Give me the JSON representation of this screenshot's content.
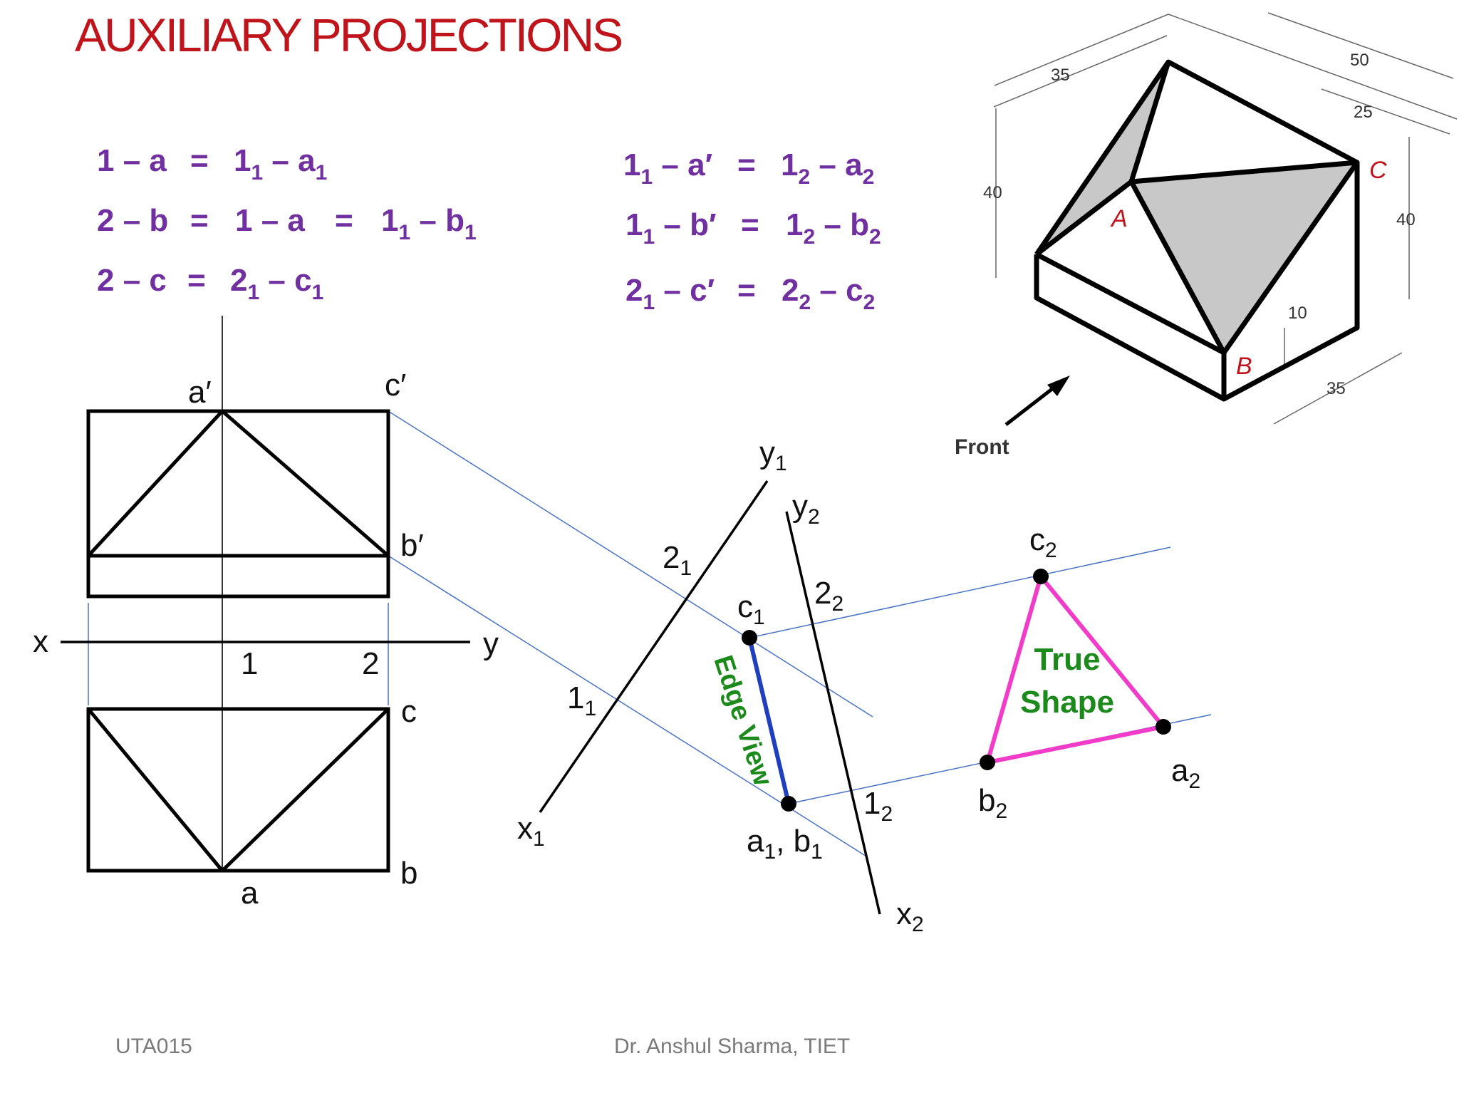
{
  "title": "AUXILIARY PROJECTIONS",
  "equations": {
    "left": [
      {
        "lhs": "1 – a",
        "rhs_parts": [
          "1",
          "1",
          " – a",
          "1"
        ]
      },
      {
        "lhs": "2 – b",
        "mid": "1 – a",
        "rhs_parts": [
          "1",
          "1",
          " – b",
          "1"
        ]
      },
      {
        "lhs": "2 – c",
        "rhs_parts": [
          "2",
          "1",
          " – c",
          "1"
        ]
      }
    ],
    "right": [
      {
        "lhs_parts": [
          "1",
          "1",
          " – a′"
        ],
        "rhs_parts": [
          "1",
          "2",
          " – a",
          "2"
        ]
      },
      {
        "lhs_parts": [
          "1",
          "1",
          " – b′"
        ],
        "rhs_parts": [
          "1",
          "2",
          " – b",
          "2"
        ]
      },
      {
        "lhs_parts": [
          "2",
          "1",
          " – c′"
        ],
        "rhs_parts": [
          "2",
          "2",
          " – c",
          "2"
        ]
      }
    ],
    "equals": "="
  },
  "orthographic": {
    "front_labels": {
      "a_prime": "a′",
      "b_prime": "b′",
      "c_prime": "c′"
    },
    "ref_line": {
      "x": "x",
      "y": "y",
      "p1": "1",
      "p2": "2"
    },
    "top_labels": {
      "a": "a",
      "b": "b",
      "c": "c"
    }
  },
  "auxiliary1": {
    "x1": [
      "x",
      "1"
    ],
    "y1": [
      "y",
      "1"
    ],
    "p1": [
      "1",
      "1"
    ],
    "p2": [
      "2",
      "1"
    ],
    "c1": [
      "c",
      "1"
    ],
    "ab1": [
      "a",
      "1",
      ", b",
      "1"
    ],
    "edge_view": "Edge View"
  },
  "auxiliary2": {
    "x2": [
      "x",
      "2"
    ],
    "y2": [
      "y",
      "2"
    ],
    "p1": [
      "1",
      "2"
    ],
    "p2": [
      "2",
      "2"
    ],
    "a2": [
      "a",
      "2"
    ],
    "b2": [
      "b",
      "2"
    ],
    "c2": [
      "c",
      "2"
    ],
    "true_shape": [
      "True",
      "Shape"
    ]
  },
  "isometric": {
    "points": {
      "A": "A",
      "B": "B",
      "C": "C"
    },
    "dimensions": [
      "35",
      "50",
      "25",
      "40",
      "40",
      "10",
      "35"
    ],
    "front_label": "Front"
  },
  "footer": {
    "left": "UTA015",
    "center": "Dr. Anshul Sharma, TIET"
  },
  "colors": {
    "title": "#c0141c",
    "equations": "#7030a0",
    "edge_view_line": "#1f3fbf",
    "true_shape": "#f03cc8",
    "green_text": "#1b8a1b",
    "projectors": "#4a72c4",
    "shaded_face": "#c8c8c8"
  }
}
